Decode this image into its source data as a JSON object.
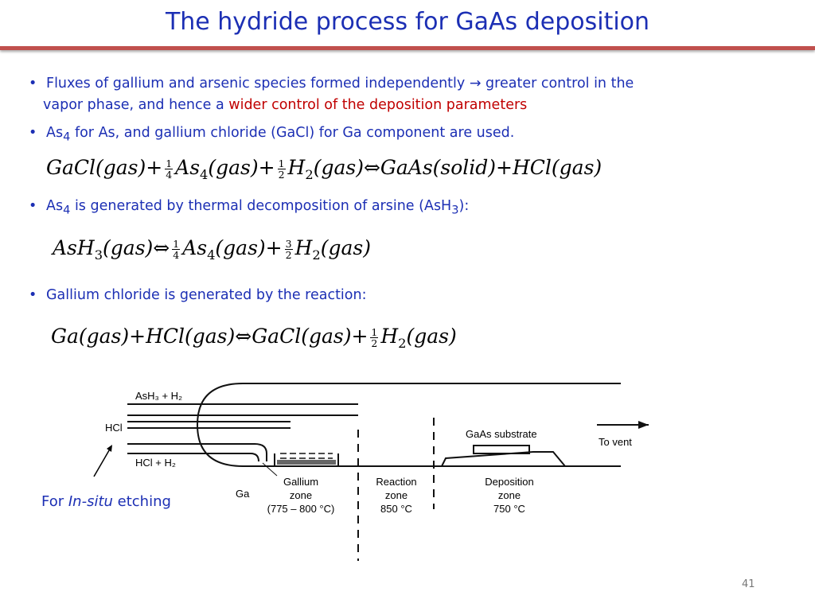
{
  "slide": {
    "title": "The hydride process for GaAs deposition",
    "page_number": "41"
  },
  "bullets": {
    "b1_line1_a": "Fluxes of gallium and arsenic species formed independently → greater control in the",
    "b1_line2_a": "vapor phase, and hence a ",
    "b1_line2_red": "wider control of the deposition parameters",
    "b2_a": "As",
    "b2_sub": "4",
    "b2_b": " for As, and gallium chloride (GaCl) for Ga component are used.",
    "b3_a": "As",
    "b3_sub1": "4",
    "b3_b": " is generated by thermal decomposition of arsine (AsH",
    "b3_sub2": "3",
    "b3_c": "):",
    "b4": "Gallium chloride is generated by the reaction:"
  },
  "equations": {
    "eq1": {
      "t1": "GaCl(gas)+",
      "f1_num": "1",
      "f1_den": "4",
      "t2": "As",
      "t2_sub": "4",
      "t3": "(gas)+",
      "f2_num": "1",
      "f2_den": "2",
      "t4": "H",
      "t4_sub": "2",
      "t5": "(gas)",
      "arrow": "⇔",
      "t6": "GaAs(solid)+HCl(gas)"
    },
    "eq2": {
      "t1": "AsH",
      "t1_sub": "3",
      "t2": "(gas)",
      "arrow": "⇔",
      "f1_num": "1",
      "f1_den": "4",
      "t3": "As",
      "t3_sub": "4",
      "t4": "(gas)+",
      "f2_num": "3",
      "f2_den": "2",
      "t5": "H",
      "t5_sub": "2",
      "t6": "(gas)"
    },
    "eq3": {
      "t1": "Ga(gas)+HCl(gas)",
      "arrow": "⇔",
      "t2": "GaCl(gas)+",
      "f1_num": "1",
      "f1_den": "2",
      "t3": "H",
      "t3_sub": "2",
      "t4": "(gas)"
    }
  },
  "diagram": {
    "label_ash3_h2": "AsH₃ + H₂",
    "label_hcl": "HCl",
    "label_hcl_h2": "HCl + H₂",
    "label_ga": "Ga",
    "label_gaas_substrate": "GaAs substrate",
    "label_to_vent": "To vent",
    "zone1_name1": "Gallium",
    "zone1_name2": "zone",
    "zone1_temp": "(775 – 800 °C)",
    "zone2_name1": "Reaction",
    "zone2_name2": "zone",
    "zone2_temp": "850 °C",
    "zone3_name1": "Deposition",
    "zone3_name2": "zone",
    "zone3_temp": "750 °C"
  },
  "note": {
    "pre": "For ",
    "italic": "In-situ",
    "post": " etching"
  },
  "colors": {
    "text_blue": "#1c2fb4",
    "accent_red": "#c00000",
    "rule_red": "#c0504d"
  }
}
